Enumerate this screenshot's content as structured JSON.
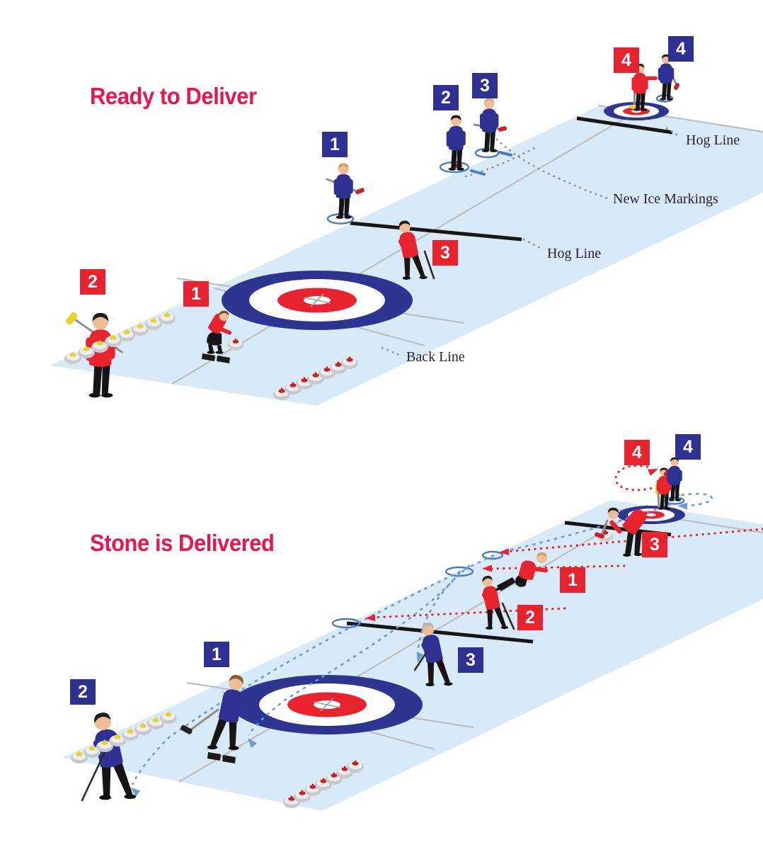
{
  "ready": {
    "title": "Ready to Deliver",
    "labels": {
      "hog_line_far": "Hog Line",
      "new_ice_markings": "New Ice Markings",
      "hog_line_near": "Hog Line",
      "back_line": "Back Line"
    },
    "badges": [
      {
        "number": "2",
        "team": "blue"
      },
      {
        "number": "3",
        "team": "blue"
      },
      {
        "number": "1",
        "team": "blue"
      },
      {
        "number": "4",
        "team": "blue"
      },
      {
        "number": "4",
        "team": "red"
      },
      {
        "number": "3",
        "team": "red"
      },
      {
        "number": "1",
        "team": "red"
      },
      {
        "number": "2",
        "team": "red"
      }
    ]
  },
  "delivered": {
    "title": "Stone is Delivered",
    "badges": [
      {
        "number": "4",
        "team": "red"
      },
      {
        "number": "4",
        "team": "blue"
      },
      {
        "number": "3",
        "team": "red"
      },
      {
        "number": "1",
        "team": "red"
      },
      {
        "number": "2",
        "team": "red"
      },
      {
        "number": "3",
        "team": "blue"
      },
      {
        "number": "1",
        "team": "blue"
      },
      {
        "number": "2",
        "team": "blue"
      }
    ]
  },
  "colors": {
    "title_text": "#e9164d",
    "badge_red": "#e8232e",
    "badge_blue": "#2e3192",
    "ice": "#d8e9f7",
    "house_navy": "#2d3590",
    "house_red": "#e8232e",
    "hog_line": "#161616",
    "ice_line_gray": "#bcbfc2",
    "marking_blue": "#4a79c8",
    "path_blue_dash": "#6b9ad7",
    "path_red_dot": "#e8232e",
    "leader_gray_dot": "#8f8f8f",
    "stone_handle_yellow": "#e8d22e",
    "stone_handle_red": "#cc2027"
  }
}
